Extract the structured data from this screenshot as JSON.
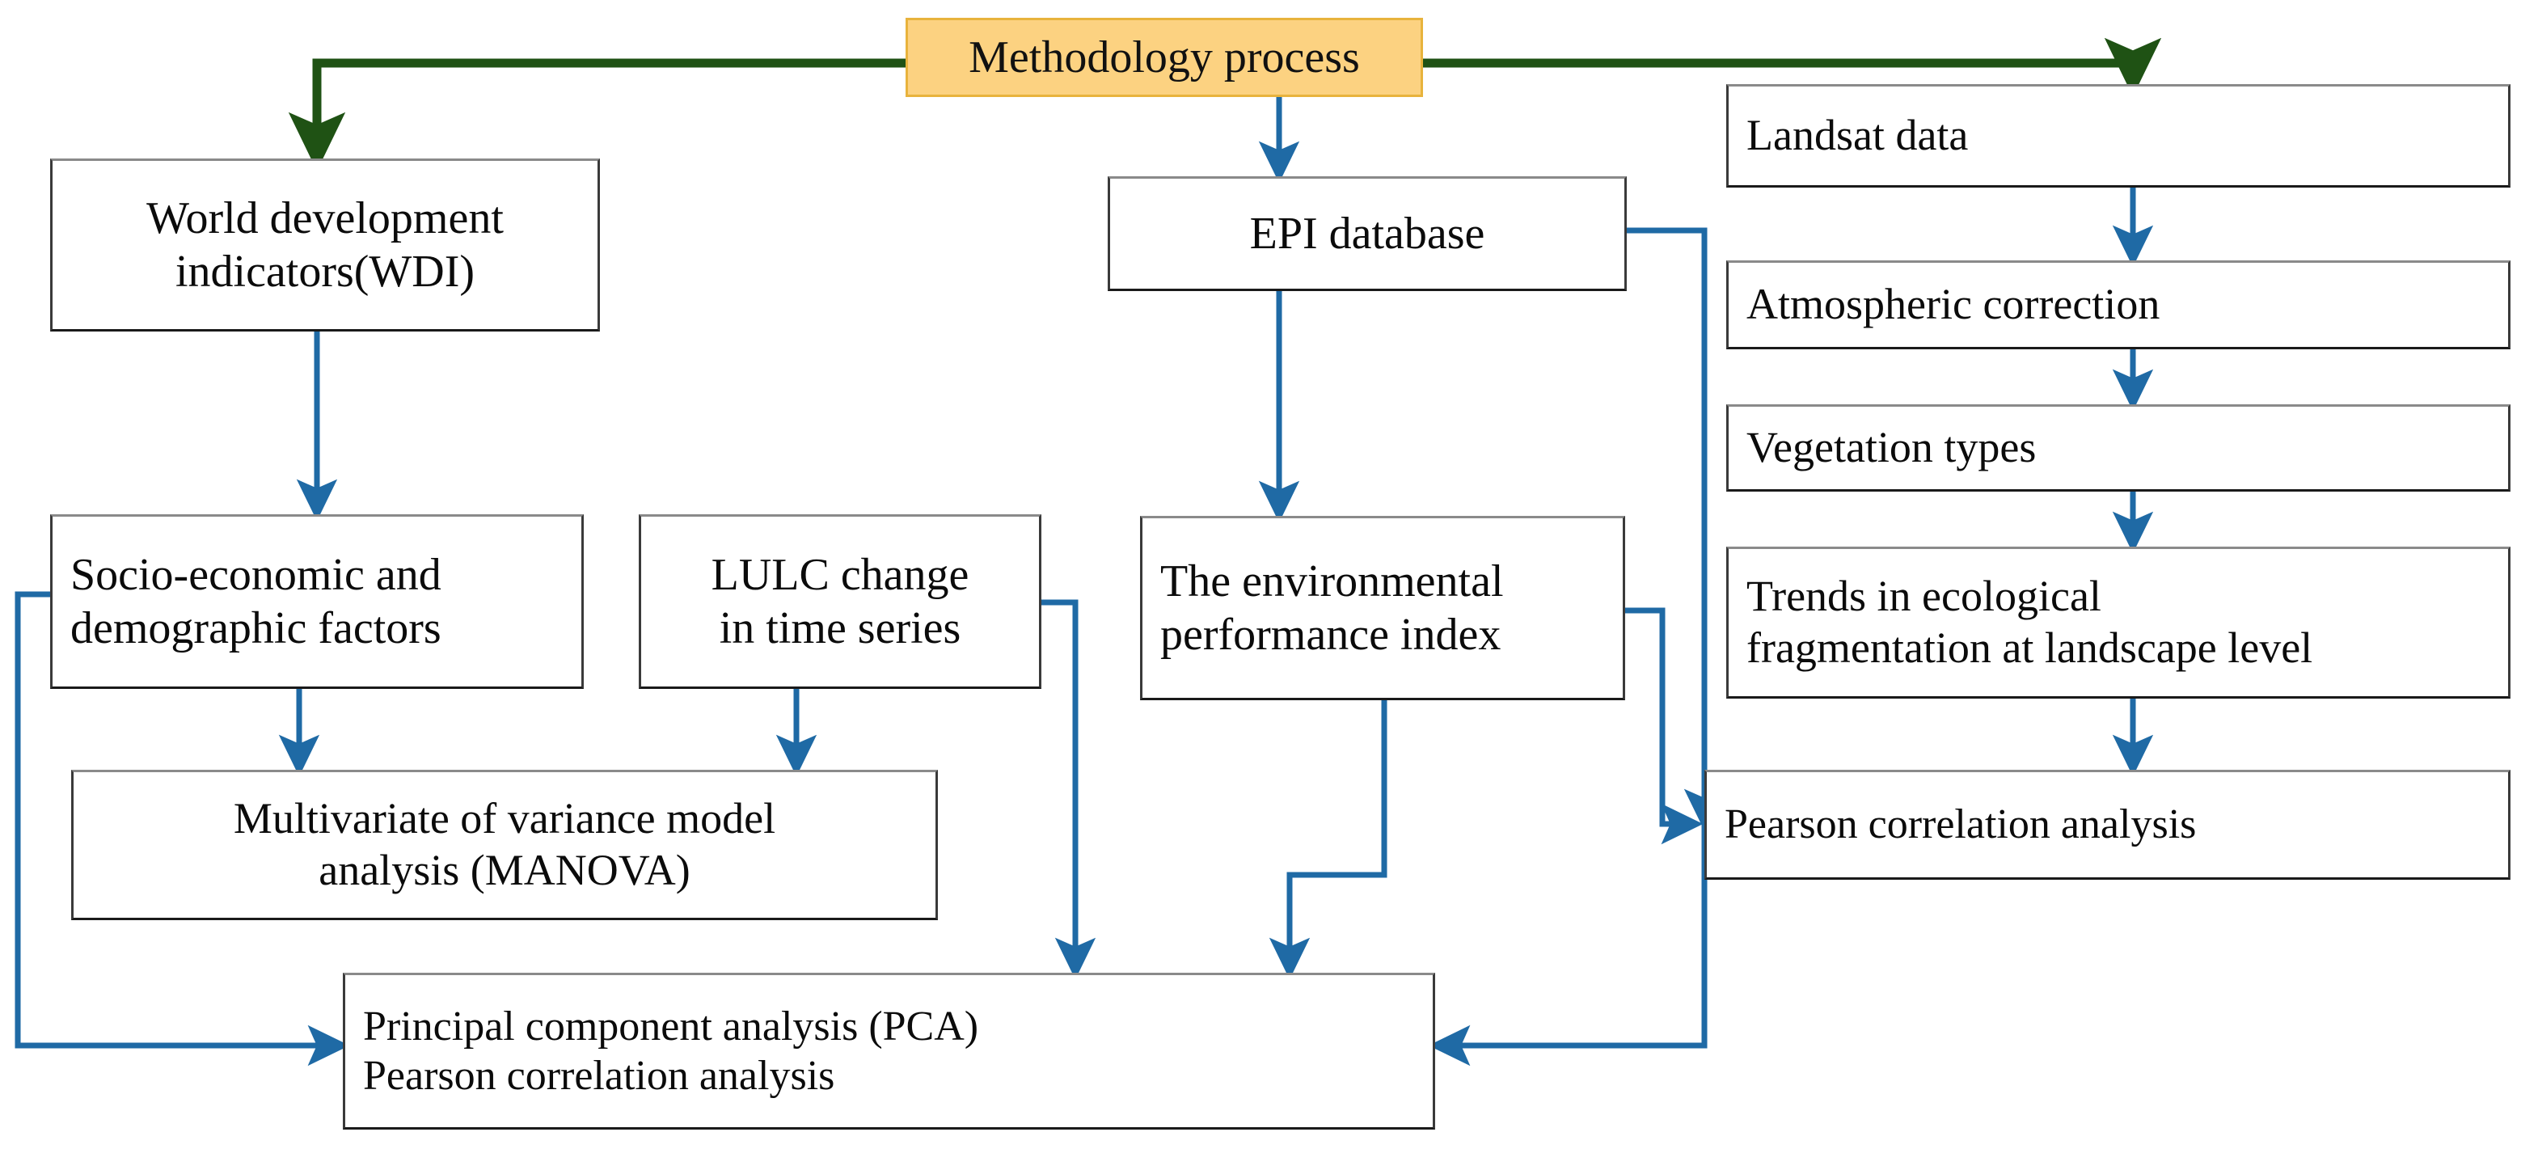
{
  "diagram": {
    "title_node": {
      "label": "Methodology process"
    },
    "nodes": [
      {
        "id": "wdi",
        "label": "World development\nindicators(WDI)"
      },
      {
        "id": "epi_db",
        "label": "EPI database"
      },
      {
        "id": "landsat",
        "label": "Landsat data"
      },
      {
        "id": "atmos",
        "label": "Atmospheric correction"
      },
      {
        "id": "veg",
        "label": "Vegetation types"
      },
      {
        "id": "socio",
        "label": "Socio-economic and\ndemographic factors"
      },
      {
        "id": "lulc",
        "label": "LULC change\nin time series"
      },
      {
        "id": "epi_index",
        "label": "The environmental\nperformance index"
      },
      {
        "id": "trends",
        "label": "Trends in ecological\nfragmentation at landscape level"
      },
      {
        "id": "manova",
        "label": "Multivariate of variance model\nanalysis (MANOVA)"
      },
      {
        "id": "pearson_r",
        "label": "Pearson correlation analysis"
      },
      {
        "id": "pca",
        "label": "Principal component analysis (PCA)\nPearson correlation analysis"
      }
    ],
    "colors": {
      "title_fill": "#FCD281",
      "title_border": "#E8B33C",
      "node_fill": "#FFFFFF",
      "node_border": "#3A3A3A",
      "arrow_blue": "#1F6AA5",
      "arrow_green": "#1F5214",
      "text": "#0B0B0B"
    },
    "edges": [
      {
        "from": "Methodology process",
        "to": "World development indicators(WDI)",
        "color": "green"
      },
      {
        "from": "Methodology process",
        "to": "Landsat data",
        "color": "green"
      },
      {
        "from": "Methodology process",
        "to": "EPI database",
        "color": "blue"
      },
      {
        "from": "World development indicators(WDI)",
        "to": "Socio-economic and demographic factors",
        "color": "blue"
      },
      {
        "from": "EPI database",
        "to": "The environmental performance index",
        "color": "blue"
      },
      {
        "from": "EPI database",
        "to": "Pearson correlation analysis",
        "color": "blue"
      },
      {
        "from": "EPI database",
        "to": "Principal component analysis (PCA)",
        "color": "blue"
      },
      {
        "from": "Landsat data",
        "to": "Atmospheric correction",
        "color": "blue"
      },
      {
        "from": "Atmospheric correction",
        "to": "Vegetation types",
        "color": "blue"
      },
      {
        "from": "Vegetation types",
        "to": "Trends in ecological fragmentation at landscape level",
        "color": "blue"
      },
      {
        "from": "Trends in ecological fragmentation at landscape level",
        "to": "Pearson correlation analysis",
        "color": "blue"
      },
      {
        "from": "Socio-economic and demographic factors",
        "to": "Multivariate of variance model analysis (MANOVA)",
        "color": "blue"
      },
      {
        "from": "Socio-economic and demographic factors",
        "to": "Principal component analysis (PCA)",
        "color": "blue"
      },
      {
        "from": "LULC change in time series",
        "to": "Multivariate of variance model analysis (MANOVA)",
        "color": "blue"
      },
      {
        "from": "LULC change in time series",
        "to": "Principal component analysis (PCA)",
        "color": "blue"
      },
      {
        "from": "The environmental performance index",
        "to": "Principal component analysis (PCA)",
        "color": "blue"
      },
      {
        "from": "The environmental performance index",
        "to": "Pearson correlation analysis",
        "color": "blue"
      }
    ]
  }
}
